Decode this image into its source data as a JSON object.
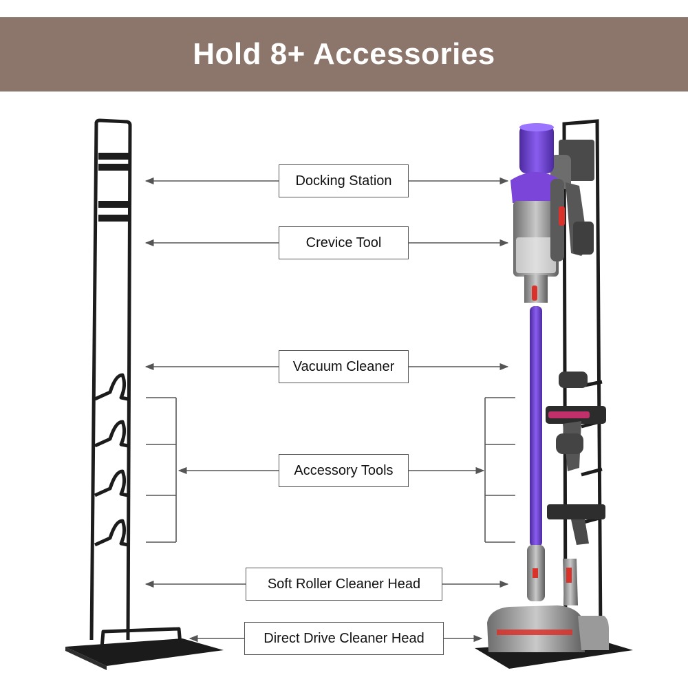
{
  "banner": {
    "title": "Hold 8+ Accessories",
    "color": "#8c766b"
  },
  "labels": {
    "docking_station": "Docking Station",
    "crevice_tool": "Crevice Tool",
    "vacuum_cleaner": "Vacuum Cleaner",
    "accessory_tools": "Accessory Tools",
    "soft_roller": "Soft Roller Cleaner Head",
    "direct_drive": "Direct Drive Cleaner Head"
  },
  "colors": {
    "vacuum_purple": "#6a3fc8",
    "vacuum_red": "#d8322a",
    "stand_black": "#1c1c1c"
  }
}
